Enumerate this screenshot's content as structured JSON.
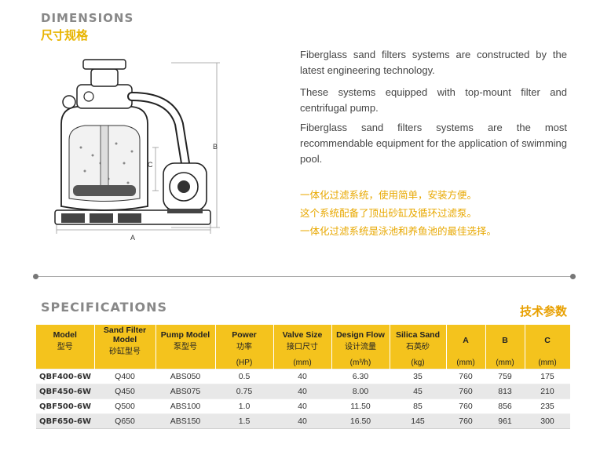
{
  "dimensions": {
    "title_en": "DIMENSIONS",
    "title_cn": "尺寸规格",
    "labels": {
      "a": "A",
      "b": "B",
      "c": "C"
    }
  },
  "description": {
    "paragraphs": [
      "Fiberglass sand filters systems are constructed by the latest engineering technology.",
      "These systems equipped with top-mount filter and centrifugal pump.",
      "Fiberglass sand filters systems are the most recommendable equipment for the application of swimming pool."
    ],
    "cn_lines": [
      "一体化过滤系统，使用简单，安装方便。",
      "这个系统配备了顶出砂缸及循环过滤泵。",
      "一体化过滤系统是泳池和养鱼池的最佳选择。"
    ]
  },
  "specifications": {
    "title_en": "SPECIFICATIONS",
    "title_cn": "技术参数",
    "columns": [
      {
        "en": "Model",
        "cn": "型号",
        "unit": ""
      },
      {
        "en": "Sand Filter Model",
        "cn": "砂缸型号",
        "unit": ""
      },
      {
        "en": "Pump Model",
        "cn": "泵型号",
        "unit": ""
      },
      {
        "en": "Power",
        "cn": "功率",
        "unit": "(HP)"
      },
      {
        "en": "Valve Size",
        "cn": "接口尺寸",
        "unit": "(mm)"
      },
      {
        "en": "Design Flow",
        "cn": "设计流量",
        "unit": "(m³/h)"
      },
      {
        "en": "Silica Sand",
        "cn": "石英砂",
        "unit": "(kg)"
      },
      {
        "en": "A",
        "cn": "",
        "unit": "(mm)"
      },
      {
        "en": "B",
        "cn": "",
        "unit": "(mm)"
      },
      {
        "en": "C",
        "cn": "",
        "unit": "(mm)"
      }
    ],
    "rows": [
      [
        "QBF400-6W",
        "Q400",
        "ABS050",
        "0.5",
        "40",
        "6.30",
        "35",
        "760",
        "759",
        "175"
      ],
      [
        "QBF450-6W",
        "Q450",
        "ABS075",
        "0.75",
        "40",
        "8.00",
        "45",
        "760",
        "813",
        "210"
      ],
      [
        "QBF500-6W",
        "Q500",
        "ABS100",
        "1.0",
        "40",
        "11.50",
        "85",
        "760",
        "856",
        "235"
      ],
      [
        "QBF650-6W",
        "Q650",
        "ABS150",
        "1.5",
        "40",
        "16.50",
        "145",
        "760",
        "961",
        "300"
      ]
    ]
  },
  "colors": {
    "accent": "#f4c31d",
    "cn_text": "#e8a800"
  }
}
